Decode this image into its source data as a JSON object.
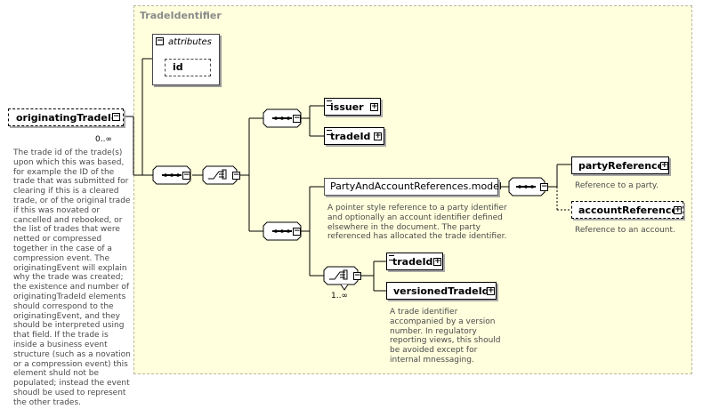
{
  "type_box": {
    "title": "TradeIdentifier"
  },
  "attributes": {
    "label": "attributes",
    "id_label": "id"
  },
  "root": {
    "name": "originatingTradeId",
    "cardinality": "0..∞",
    "description": [
      "The trade id of the trade(s)",
      "upon which this was based,",
      "for example the ID of the",
      "trade that was submitted for",
      "clearing if this is a cleared",
      "trade, or of the original trade",
      "if this was novated or",
      "cancelled and rebooked, or",
      "the list of trades that were",
      "netted or compressed",
      "together in the case of a",
      "compression event. The",
      "originatingEvent will explain",
      "why the trade was created;",
      "the existence and number of",
      "originatingTradeId elements",
      "should correspond to the",
      "originatingEvent, and they",
      "should be interpreted using",
      "that field. If the trade is",
      "inside a business event",
      "structure (such as a novation",
      "or a compression event) this",
      "element shuld not be",
      "populated; instead the event",
      "shoudl be used to represent",
      "the other trades."
    ]
  },
  "elements": {
    "issuer": "issuer",
    "tradeId_top": "tradeId",
    "group_model": "PartyAndAccountReferences.model",
    "group_description": [
      "A pointer style reference to a party identifier",
      "and optionally an account identifier defined",
      "elsewhere in the document. The party",
      "referenced has allocated the trade identifier."
    ],
    "partyReference": "partyReference",
    "partyReference_desc": "Reference to a party.",
    "accountReference": "accountReference",
    "accountReference_desc": "Reference to an account.",
    "tradeId_bottom": "tradeId",
    "versionedTradeId": "versionedTradeId",
    "versionedTradeId_desc": [
      "A trade identifier",
      "accompanied by a version",
      "number. In regulatory",
      "reporting views, this should",
      "be avoided except for",
      "internal mnessaging."
    ],
    "choice_cardinality": "1..∞"
  },
  "colors": {
    "type_background": "#ffffdd",
    "border": "#000000",
    "description_text": "#4a4a4a"
  },
  "icons": [
    "collapse-icon",
    "expand-icon",
    "sequence-compositor-icon",
    "choice-compositor-icon"
  ]
}
